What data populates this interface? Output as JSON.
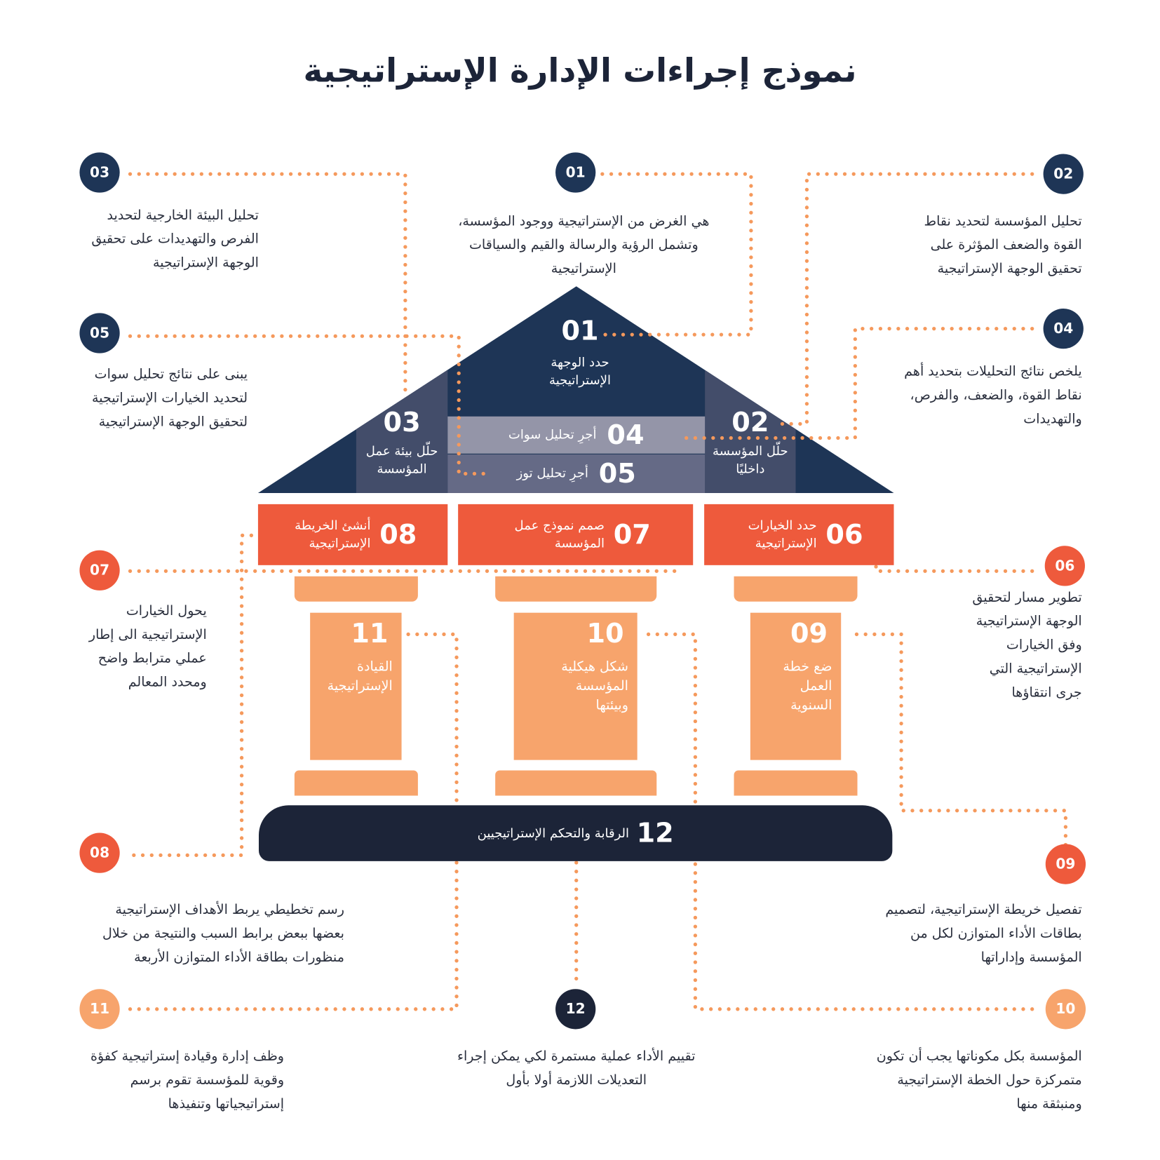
{
  "title": "نموذج إجراءات الإدارة الإستراتيجية",
  "colors": {
    "navy": "#1e3556",
    "dark": "#1c2438",
    "red": "#ee5a3c",
    "peach": "#f7a46c",
    "dots": "#f5995c"
  },
  "roof": {
    "s01": {
      "num": "01",
      "label": "حدد الوجهة الإستراتيجية"
    },
    "s02": {
      "num": "02",
      "label": "حلّل المؤسسة داخليًا"
    },
    "s03": {
      "num": "03",
      "label": "حلّل بيئة عمل المؤسسة"
    },
    "s04": {
      "num": "04",
      "label": "أجرِ تحليل سوات"
    },
    "s05": {
      "num": "05",
      "label": "أجرِ تحليل توز"
    }
  },
  "beams": {
    "s06": {
      "num": "06",
      "label": "حدد الخيارات الإستراتيجية"
    },
    "s07": {
      "num": "07",
      "label": "صمم نموذج عمل المؤسسة"
    },
    "s08": {
      "num": "08",
      "label": "أنشئ الخريطة الإستراتيجية"
    }
  },
  "pillars": {
    "s09": {
      "num": "09",
      "label": "ضع خطة العمل السنوية"
    },
    "s10": {
      "num": "10",
      "label": "شكل هيكلية المؤسسة وبيئتها"
    },
    "s11": {
      "num": "11",
      "label": "القيادة الإستراتيجية"
    }
  },
  "base": {
    "num": "12",
    "label": "الرقابة والتحكم الإستراتيجيين"
  },
  "notes": {
    "n01": {
      "num": "01",
      "text": "هي الغرض من الإستراتيجية ووجود المؤسسة، وتشمل الرؤية والرسالة والقيم والسياقات الإستراتيجية"
    },
    "n02": {
      "num": "02",
      "text": "تحليل المؤسسة لتحديد نقاط القوة والضعف المؤثرة على تحقيق الوجهة الإستراتيجية"
    },
    "n03": {
      "num": "03",
      "text": "تحليل البيئة الخارجية لتحديد الفرص والتهديدات على تحقيق الوجهة الإستراتيجية"
    },
    "n04": {
      "num": "04",
      "text": "يلخص نتائج التحليلات بتحديد أهم نقاط القوة، والضعف، والفرص، والتهديدات"
    },
    "n05": {
      "num": "05",
      "text": "يبنى على نتائج تحليل سوات لتحديد الخيارات الإستراتيجية لتحقيق الوجهة الإستراتيجية"
    },
    "n06": {
      "num": "06",
      "text": "تطوير مسار لتحقيق الوجهة الإستراتيجية وفق الخيارات الإستراتيجية التي جرى انتقاؤها"
    },
    "n07": {
      "num": "07",
      "text": "يحول الخيارات الإستراتيجية الى إطار عملي مترابط واضح ومحدد المعالم"
    },
    "n08": {
      "num": "08",
      "text": "رسم تخطيطي يربط الأهداف الإستراتيجية بعضها ببعض برابط السبب والنتيجة من خلال منظورات بطاقة الأداء المتوازن الأربعة"
    },
    "n09": {
      "num": "09",
      "text": "تفصيل خريطة الإستراتيجية، لتصميم بطاقات الأداء المتوازن لكل من المؤسسة وإداراتها"
    },
    "n10": {
      "num": "10",
      "text": "المؤسسة بكل مكوناتها يجب أن تكون متمركزة حول الخطة الإستراتيجية ومنبثقة منها"
    },
    "n11": {
      "num": "11",
      "text": "وظف إدارة وقيادة إستراتيجية كفؤة وقوية للمؤسسة تقوم برسم إستراتيجياتها وتنفيذها"
    },
    "n12": {
      "num": "12",
      "text": "تقييم الأداء عملية مستمرة لكي يمكن إجراء التعديلات اللازمة أولا بأول"
    }
  }
}
